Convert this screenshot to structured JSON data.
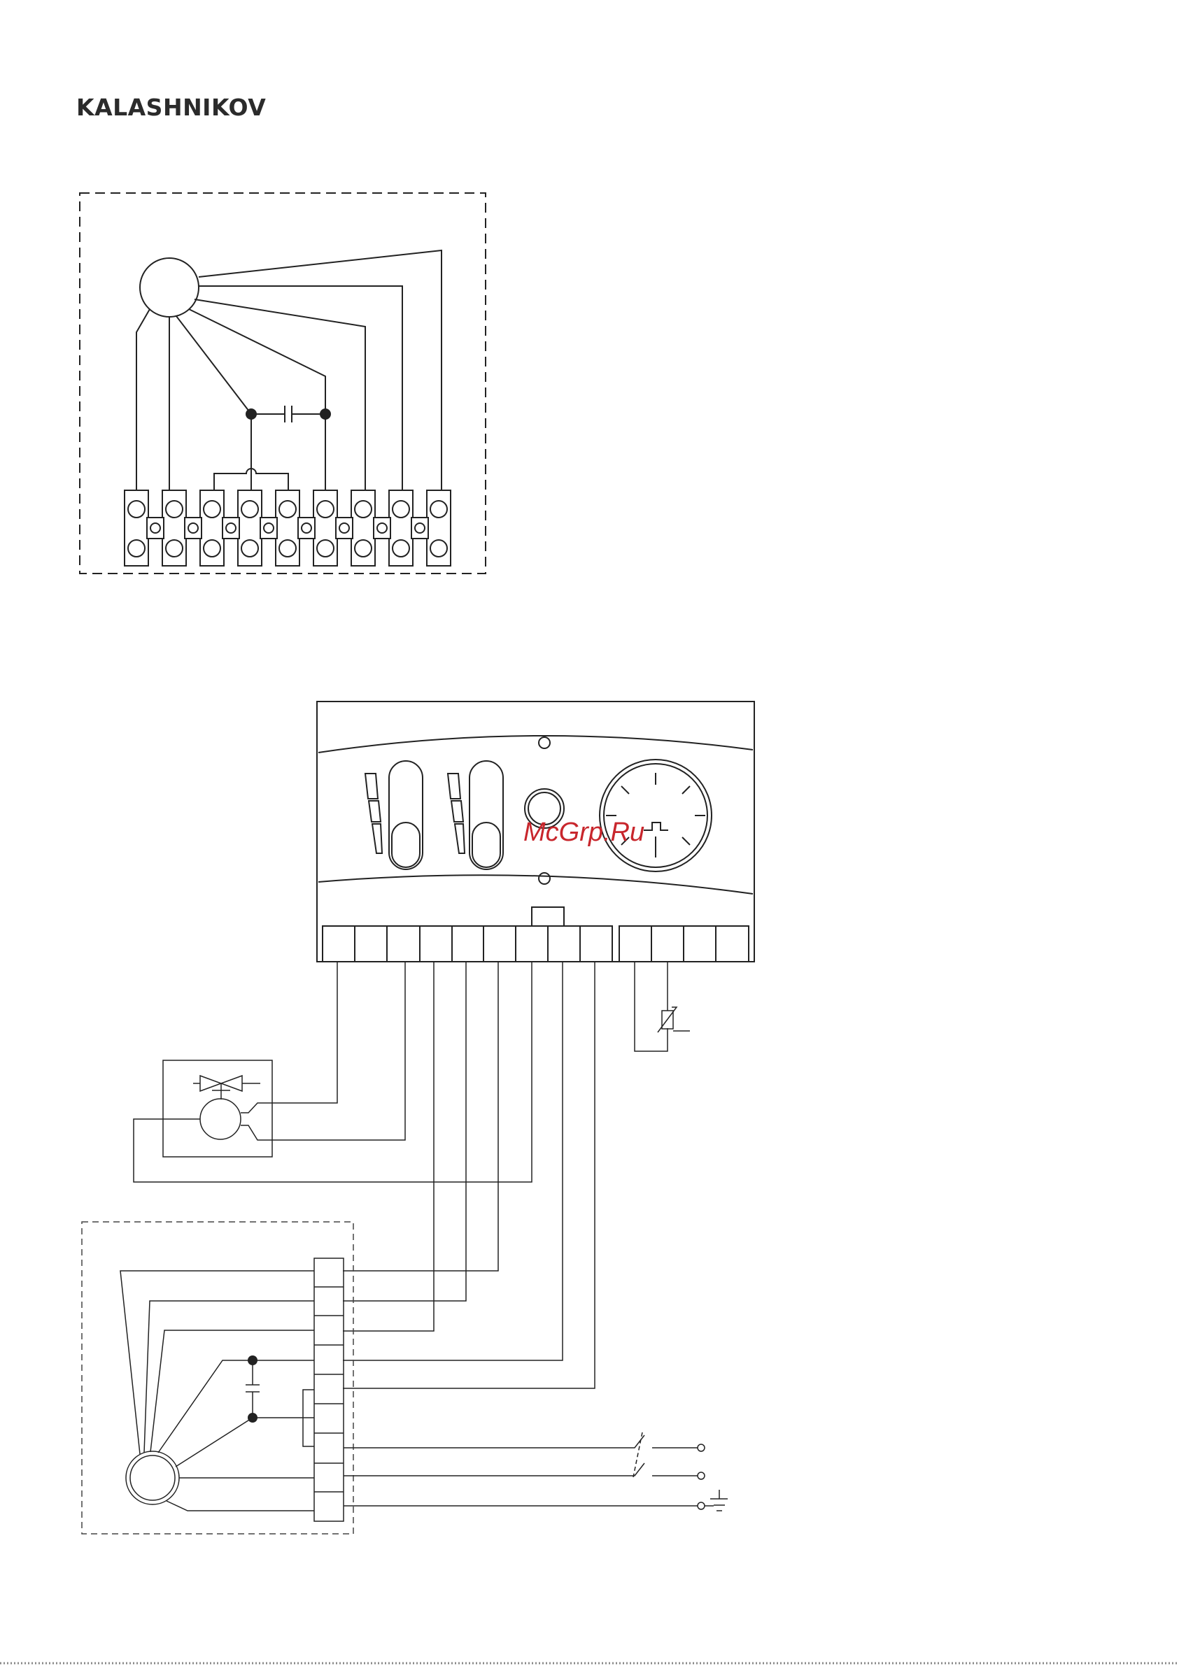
{
  "brand": {
    "name": "KALASHNIKOV"
  },
  "watermark": {
    "text": "McGrp.Ru",
    "color": "#c8262c"
  },
  "diagrams": [
    {
      "component": "motor-wiring-diagram",
      "terminals": 9,
      "capacitor": true
    },
    {
      "component": "controller-connection-diagram",
      "switches": 2,
      "slider-indicators": 2,
      "dial": true,
      "valve": true,
      "thermistor": true,
      "ground-symbol": true
    }
  ],
  "colors": {
    "line": "#222222",
    "watermark": "#c8262c"
  },
  "icons": [
    "motor-icon",
    "capacitor-icon",
    "valve-icon",
    "thermistor-icon",
    "ground-icon",
    "switch-icon",
    "dial-icon"
  ]
}
